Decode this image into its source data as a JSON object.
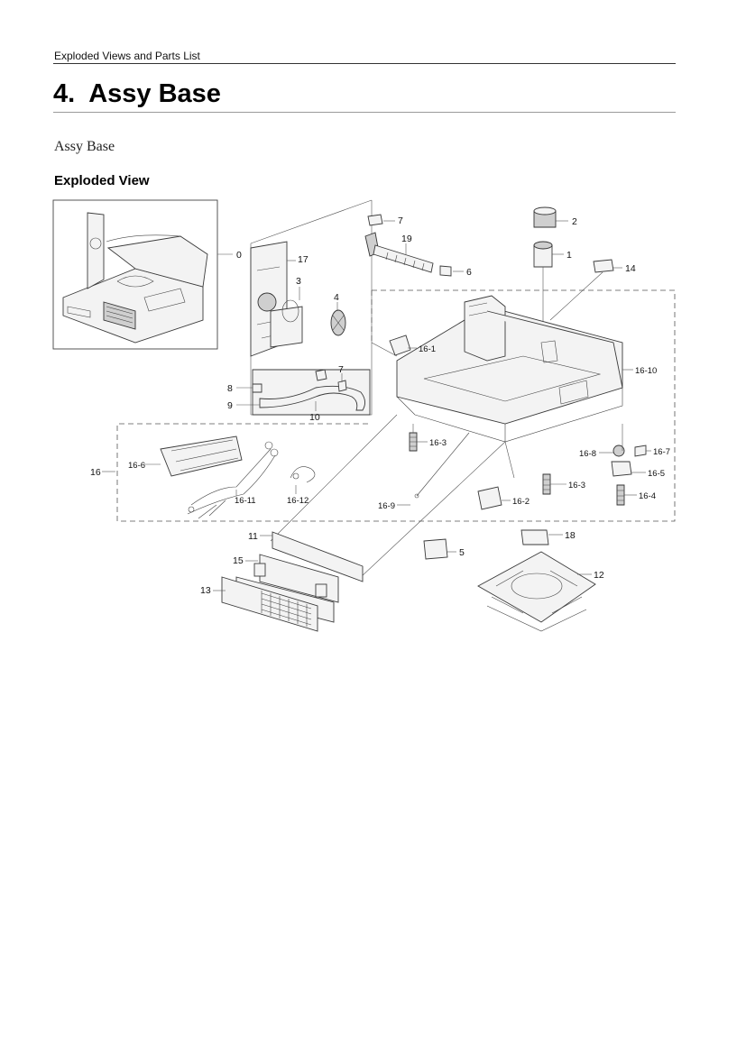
{
  "header": {
    "running_title": "Exploded Views and Parts List"
  },
  "section": {
    "title": "4.  Assy Base",
    "subtitle": "Assy Base",
    "subheading": "Exploded View"
  },
  "diagram": {
    "part_labels": {
      "p0": "0",
      "p1": "1",
      "p2": "2",
      "p3": "3",
      "p4": "4",
      "p5": "5",
      "p6": "6",
      "p7a": "7",
      "p7b": "7",
      "p8": "8",
      "p9": "9",
      "p10": "10",
      "p11": "11",
      "p12": "12",
      "p13": "13",
      "p14": "14",
      "p15": "15",
      "p16": "16",
      "p17": "17",
      "p18": "18",
      "p19": "19",
      "p16_1": "16-1",
      "p16_2": "16-2",
      "p16_3a": "16-3",
      "p16_3b": "16-3",
      "p16_4": "16-4",
      "p16_5": "16-5",
      "p16_6": "16-6",
      "p16_7": "16-7",
      "p16_8": "16-8",
      "p16_9": "16-9",
      "p16_10": "16-10",
      "p16_11": "16-11",
      "p16_12": "16-12"
    }
  }
}
